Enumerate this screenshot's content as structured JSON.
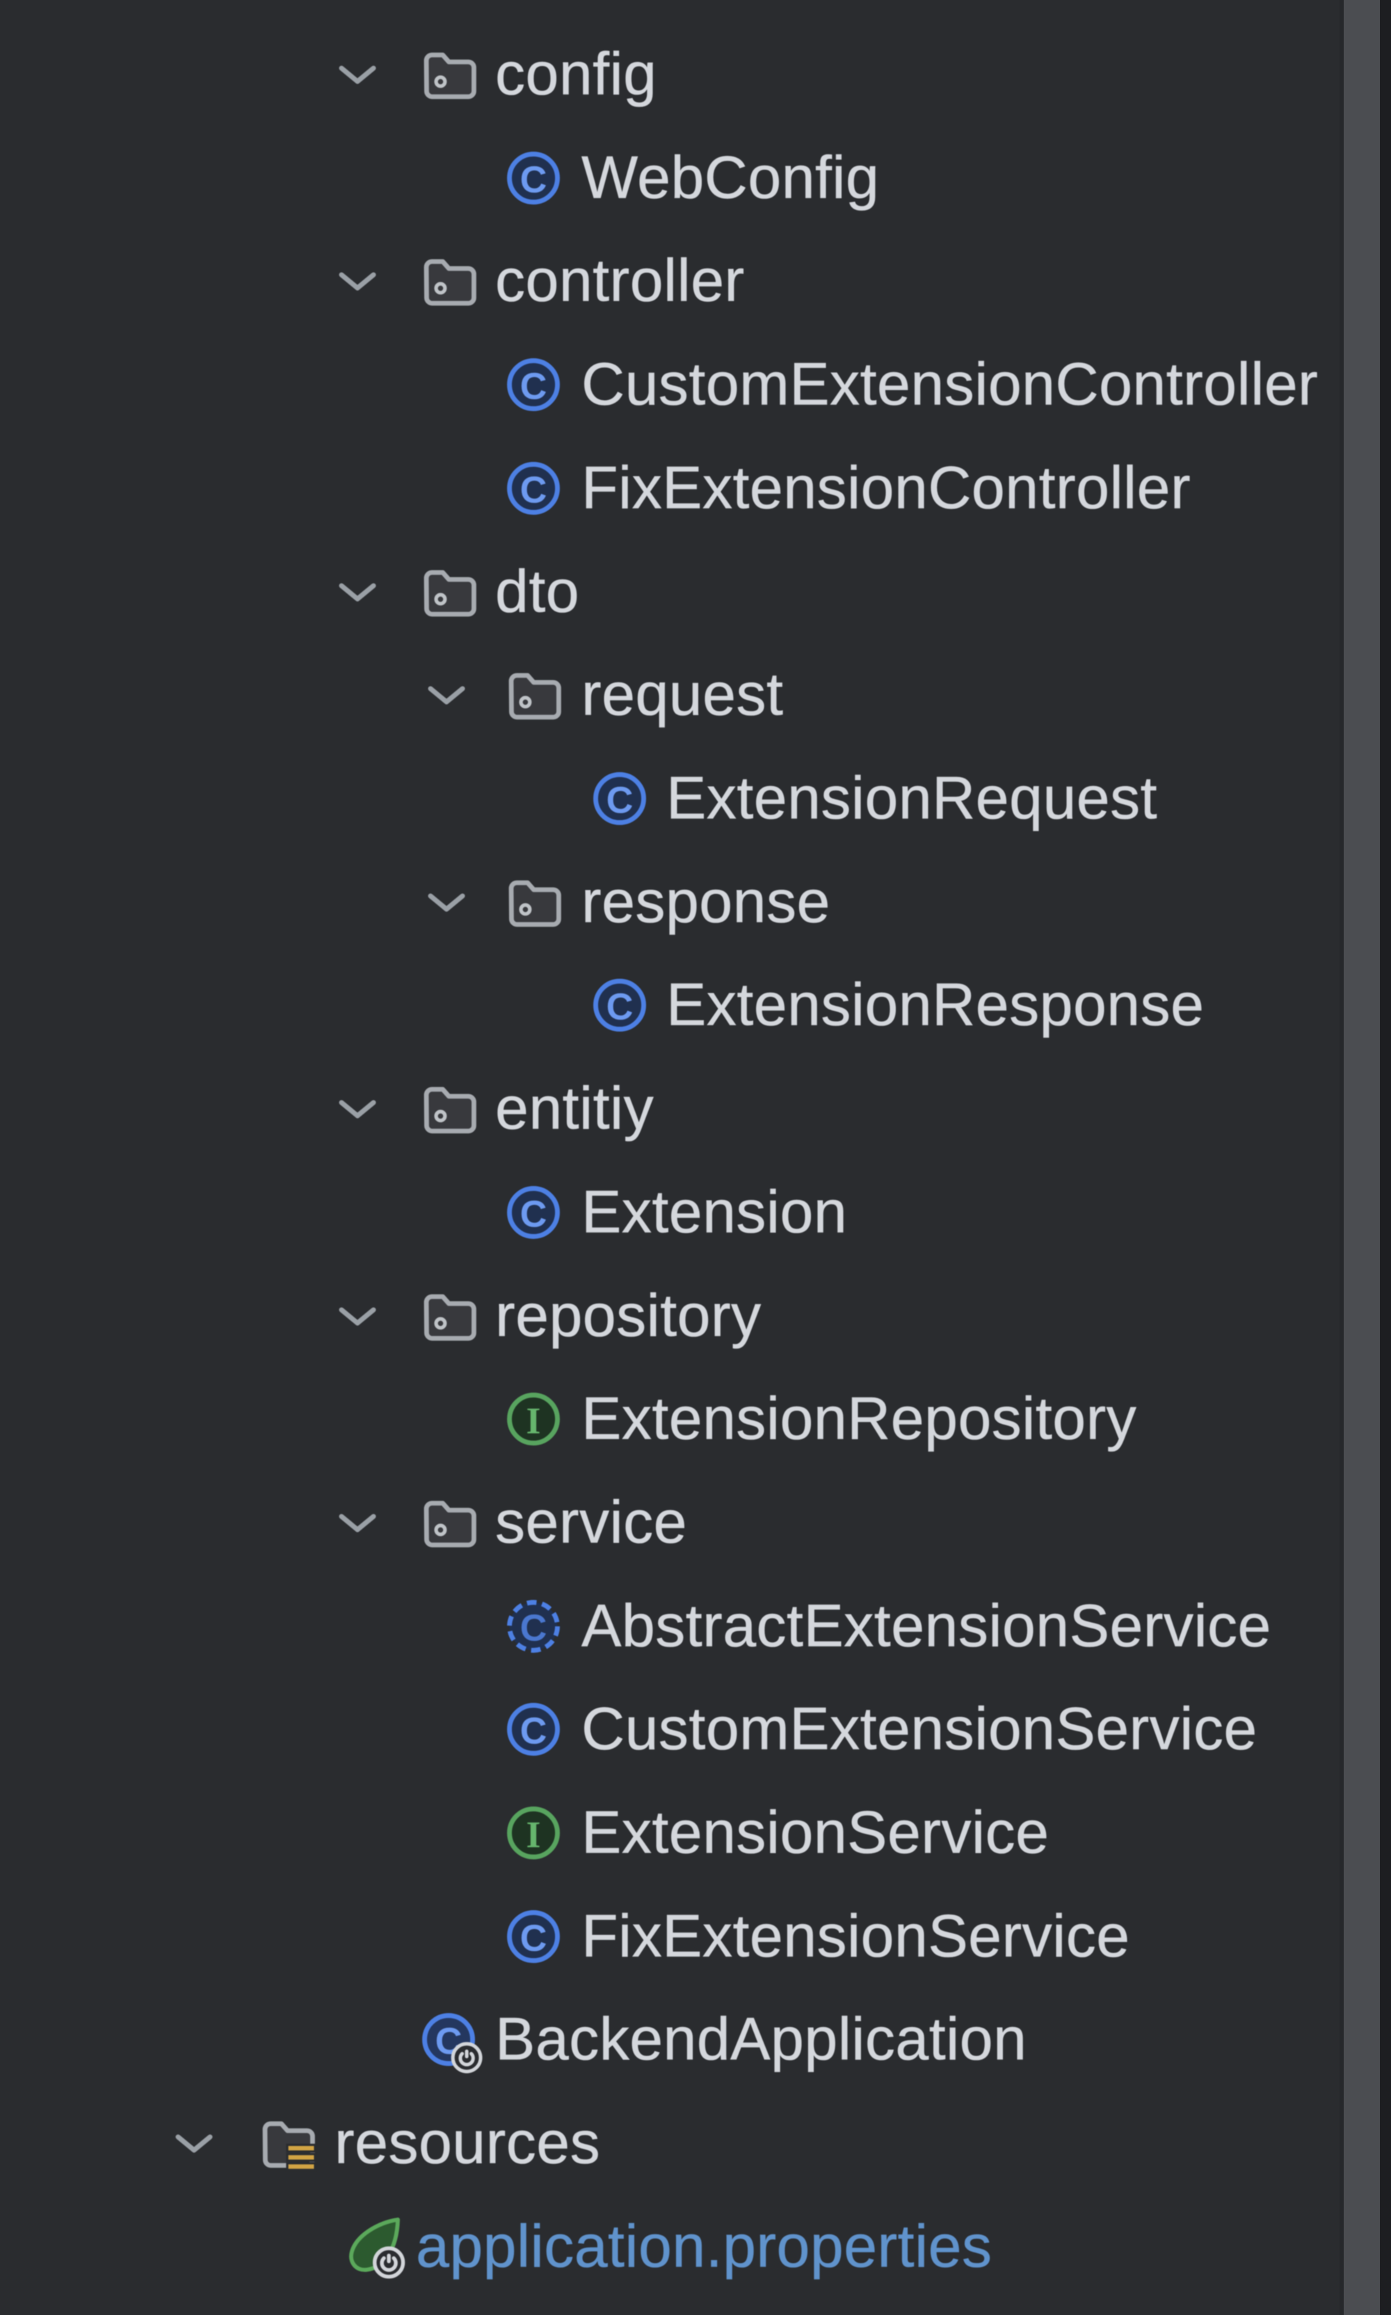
{
  "colors": {
    "background": "#2a2c2f",
    "text_default": "#d4d7dc",
    "text_modified_blue": "#6093cc",
    "chevron": "#9aa0a6",
    "folder_stroke": "#a7abb0",
    "folder_fill": "#38393d",
    "folder_dot": "#bfc3c7",
    "resources_bars_gold": "#d2a444",
    "class_blue": "#4d80e4",
    "class_letter_blue": "#6d9af0",
    "class_fill": "#20304f",
    "abstract_letter_blue": "#4a77cf",
    "interface_green": "#58a45f",
    "interface_letter_green": "#66b56d",
    "interface_fill": "#1e3322",
    "run_badge_ring": "#d2d5d9",
    "leaf_green_stroke": "#5ba95b",
    "leaf_green_fill": "#2c5a2f",
    "scrollbar_thumb": "#4b4d51",
    "scrollbar_seam": "#26282b",
    "panel_edge_dark": "#1d1e21"
  },
  "tree": {
    "rows": [
      {
        "label": "config",
        "kind": "package-folder",
        "icon": "package-folder-icon",
        "depth": 2,
        "chevron": true
      },
      {
        "label": "WebConfig",
        "kind": "class",
        "icon": "class-icon",
        "depth": 3,
        "chevron": false
      },
      {
        "label": "controller",
        "kind": "package-folder",
        "icon": "package-folder-icon",
        "depth": 2,
        "chevron": true
      },
      {
        "label": "CustomExtensionController",
        "kind": "class",
        "icon": "class-icon",
        "depth": 3,
        "chevron": false
      },
      {
        "label": "FixExtensionController",
        "kind": "class",
        "icon": "class-icon",
        "depth": 3,
        "chevron": false
      },
      {
        "label": "dto",
        "kind": "package-folder",
        "icon": "package-folder-icon",
        "depth": 2,
        "chevron": true
      },
      {
        "label": "request",
        "kind": "package-folder",
        "icon": "package-folder-icon",
        "depth": 3,
        "chevron": true
      },
      {
        "label": "ExtensionRequest",
        "kind": "class",
        "icon": "class-icon",
        "depth": 4,
        "chevron": false
      },
      {
        "label": "response",
        "kind": "package-folder",
        "icon": "package-folder-icon",
        "depth": 3,
        "chevron": true
      },
      {
        "label": "ExtensionResponse",
        "kind": "class",
        "icon": "class-icon",
        "depth": 4,
        "chevron": false
      },
      {
        "label": "entitiy",
        "kind": "package-folder",
        "icon": "package-folder-icon",
        "depth": 2,
        "chevron": true
      },
      {
        "label": "Extension",
        "kind": "class",
        "icon": "class-icon",
        "depth": 3,
        "chevron": false
      },
      {
        "label": "repository",
        "kind": "package-folder",
        "icon": "package-folder-icon",
        "depth": 2,
        "chevron": true
      },
      {
        "label": "ExtensionRepository",
        "kind": "interface",
        "icon": "interface-icon",
        "depth": 3,
        "chevron": false
      },
      {
        "label": "service",
        "kind": "package-folder",
        "icon": "package-folder-icon",
        "depth": 2,
        "chevron": true
      },
      {
        "label": "AbstractExtensionService",
        "kind": "abstract-class",
        "icon": "abstract-class-icon",
        "depth": 3,
        "chevron": false
      },
      {
        "label": "CustomExtensionService",
        "kind": "class",
        "icon": "class-icon",
        "depth": 3,
        "chevron": false
      },
      {
        "label": "ExtensionService",
        "kind": "interface",
        "icon": "interface-icon",
        "depth": 3,
        "chevron": false
      },
      {
        "label": "FixExtensionService",
        "kind": "class",
        "icon": "class-icon",
        "depth": 3,
        "chevron": false
      },
      {
        "label": "BackendApplication",
        "kind": "main-class",
        "icon": "run-main-class-icon",
        "depth": 2,
        "chevron": false
      },
      {
        "label": "resources",
        "kind": "resources-folder",
        "icon": "resources-folder-icon",
        "depth": 0,
        "chevron": true
      },
      {
        "label": "application.properties",
        "kind": "spring-properties",
        "icon": "spring-properties-icon",
        "depth": 1,
        "chevron": false,
        "modified": true
      },
      {
        "label": "",
        "kind": "folder-partial",
        "icon": "folder-icon",
        "depth": -1,
        "chevron": false
      }
    ]
  }
}
